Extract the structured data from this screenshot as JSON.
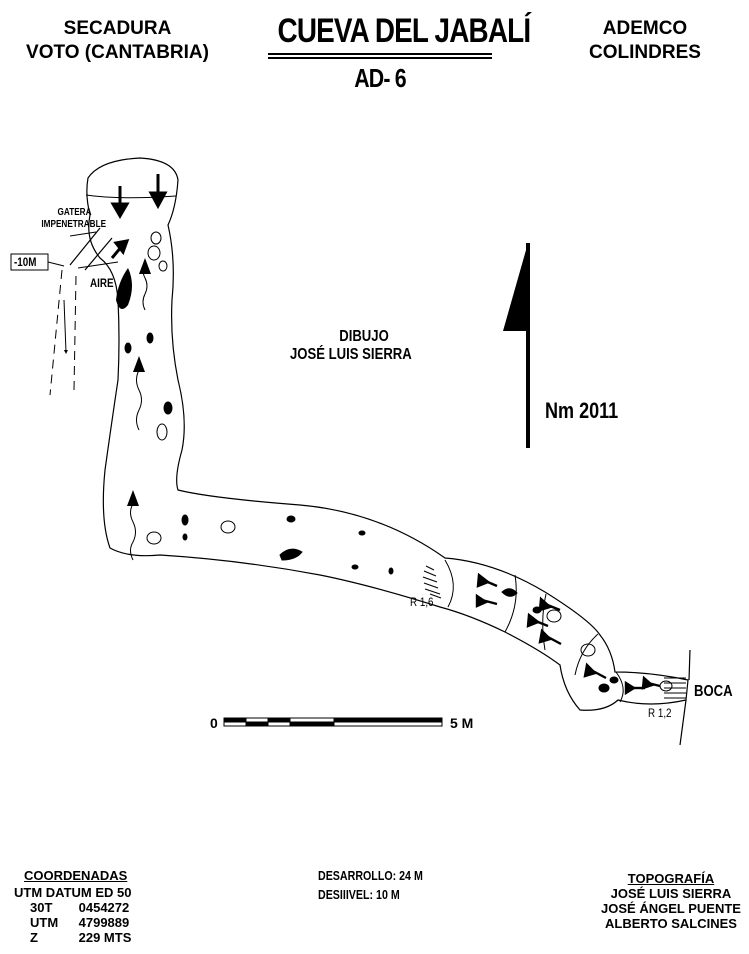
{
  "header": {
    "left_line1": "SECADURA",
    "left_line2": "VOTO (CANTABRIA)",
    "title": "CUEVA DEL JABALÍ",
    "code": "AD- 6",
    "right_line1": "ADEMCO",
    "right_line2": "COLINDRES"
  },
  "map_labels": {
    "gatera_line1": "GATERA",
    "gatera_line2": "IMPENETRABLE",
    "depth": "-10M",
    "aire": "AIRE",
    "r16": "R 1,6",
    "r12": "R 1,2",
    "boca": "BOCA"
  },
  "drawing": {
    "label": "DIBUJO",
    "author": "JOSÉ LUIS SIERRA"
  },
  "north": {
    "label": "Nm 2011"
  },
  "scale": {
    "start": "0",
    "end": "5 M"
  },
  "coordinates": {
    "heading": "COORDENADAS",
    "datum": "UTM DATUM ED 50",
    "zone_label": "30T",
    "zone_value": "0454272",
    "utm_label": "UTM",
    "utm_value": "4799889",
    "z_label": "Z",
    "z_value": "229 MTS"
  },
  "stats": {
    "desarrollo": "DESARROLLO: 24 M",
    "desnivel": "DESIIIVEL: 10 M"
  },
  "topography": {
    "heading": "TOPOGRAFÍA",
    "authors": [
      "JOSÉ LUIS SIERRA",
      "JOSÉ ÁNGEL PUENTE",
      "ALBERTO SALCINES"
    ]
  }
}
